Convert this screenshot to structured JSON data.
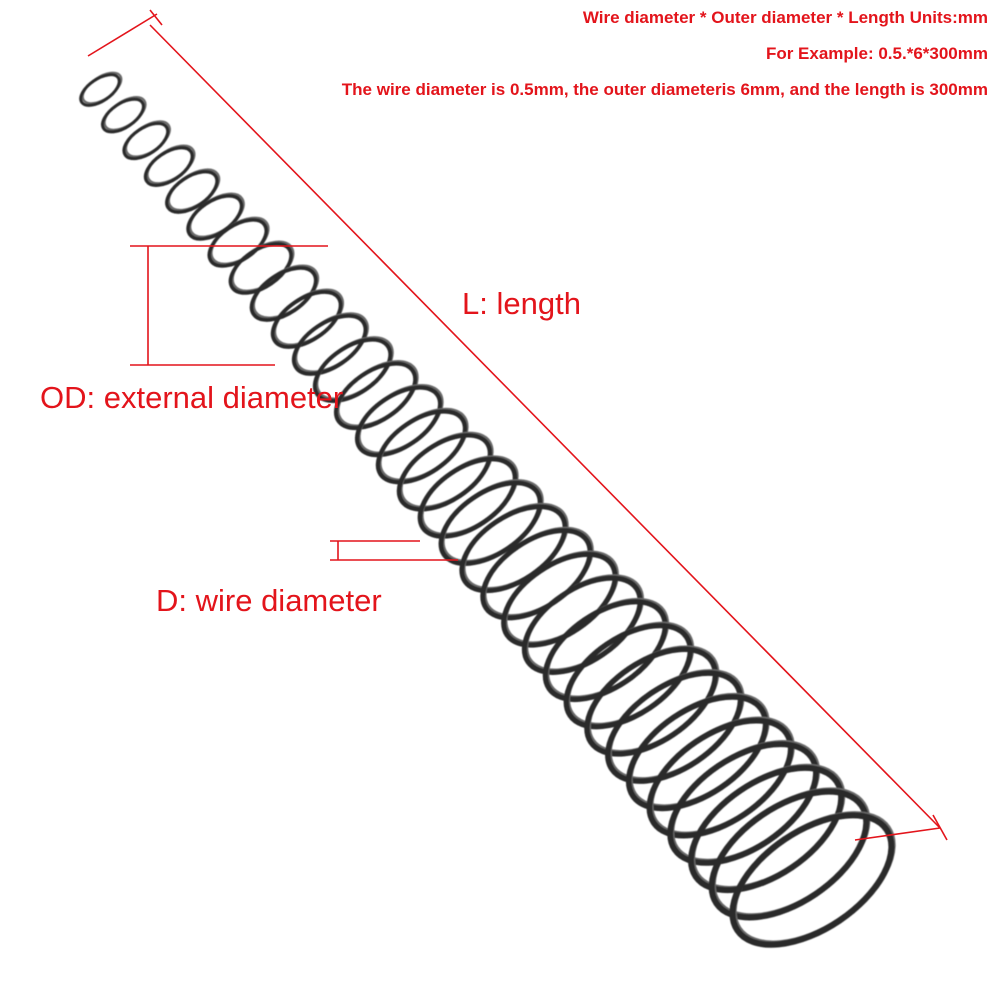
{
  "header": {
    "line1": "Wire diameter * Outer diameter * Length Units:mm",
    "line2": "For Example: 0.5.*6*300mm",
    "line3": "The wire diameter is 0.5mm, the outer diameteris 6mm, and the length is 300mm"
  },
  "labels": {
    "length": "L: length",
    "outer_diameter": "OD: external diameter",
    "wire_diameter": "D: wire diameter"
  },
  "colors": {
    "annotation": "#e3141b",
    "spring": "#2b2b2b",
    "background": "#ffffff"
  },
  "spring": {
    "material_look": "dark-steel-wire",
    "coil_count": 32
  }
}
